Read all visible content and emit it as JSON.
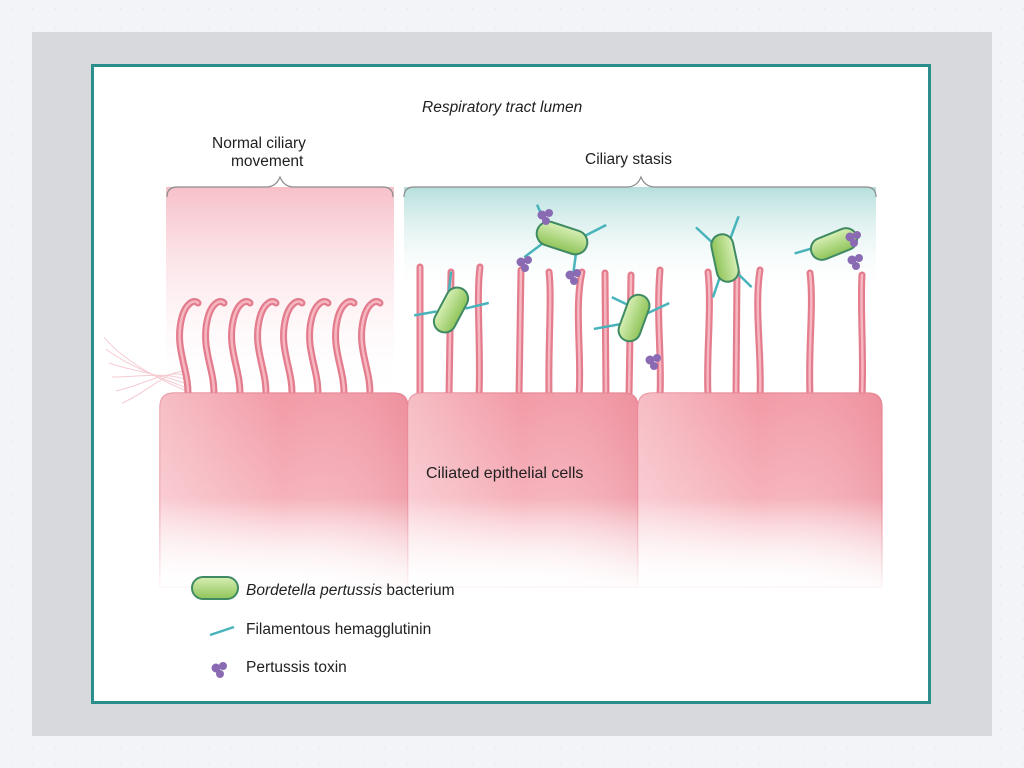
{
  "diagram": {
    "lumen_label": "Respiratory tract lumen",
    "normal_label_line1": "Normal ciliary",
    "normal_label_line2": "movement",
    "stasis_label": "Ciliary stasis",
    "cells_label": "Ciliated epithelial cells",
    "legend": [
      {
        "icon": "bacterium-icon",
        "italic_text": "Bordetella pertussis",
        "text": " bacterium"
      },
      {
        "icon": "hemagglutinin-icon",
        "italic_text": "",
        "text": "Filamentous hemagglutinin"
      },
      {
        "icon": "toxin-icon",
        "italic_text": "",
        "text": "Pertussis toxin"
      }
    ],
    "colors": {
      "border": "#2a8f8c",
      "cell_fill": "#f2a3ad",
      "cilia": "#e37c8d",
      "bacterium": "#a9d36b",
      "bacterium_edge": "#3f8a63",
      "hemagglutinin": "#49b3bc",
      "toxin": "#8a6bb3",
      "stasis_glow": "#b5dfdc"
    }
  }
}
